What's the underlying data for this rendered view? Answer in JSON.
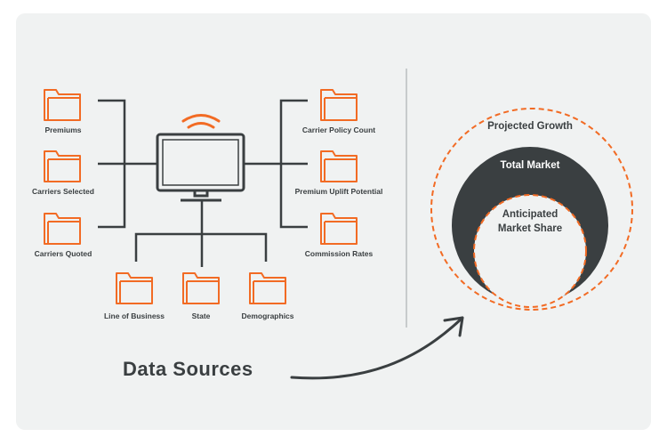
{
  "colors": {
    "accent": "#f26b24",
    "dark": "#3a3f41",
    "card_background": "#f0f2f2"
  },
  "folders": {
    "premiums": "Premiums",
    "carriers_selected": "Carriers Selected",
    "carriers_quoted": "Carriers Quoted",
    "carrier_policy_count": "Carrier Policy Count",
    "premium_uplift_potential": "Premium Uplift Potential",
    "commission_rates": "Commission Rates",
    "line_of_business": "Line of Business",
    "state": "State",
    "demographics": "Demographics"
  },
  "icons": {
    "folder": "folder-icon",
    "computer": "monitor-icon",
    "signal": "wifi-signal-icon",
    "arrow": "curved-arrow-icon"
  },
  "caption": "Data Sources",
  "market": {
    "outer": "Projected Growth",
    "middle": "Total Market",
    "inner_line1": "Anticipated",
    "inner_line2": "Market Share"
  }
}
